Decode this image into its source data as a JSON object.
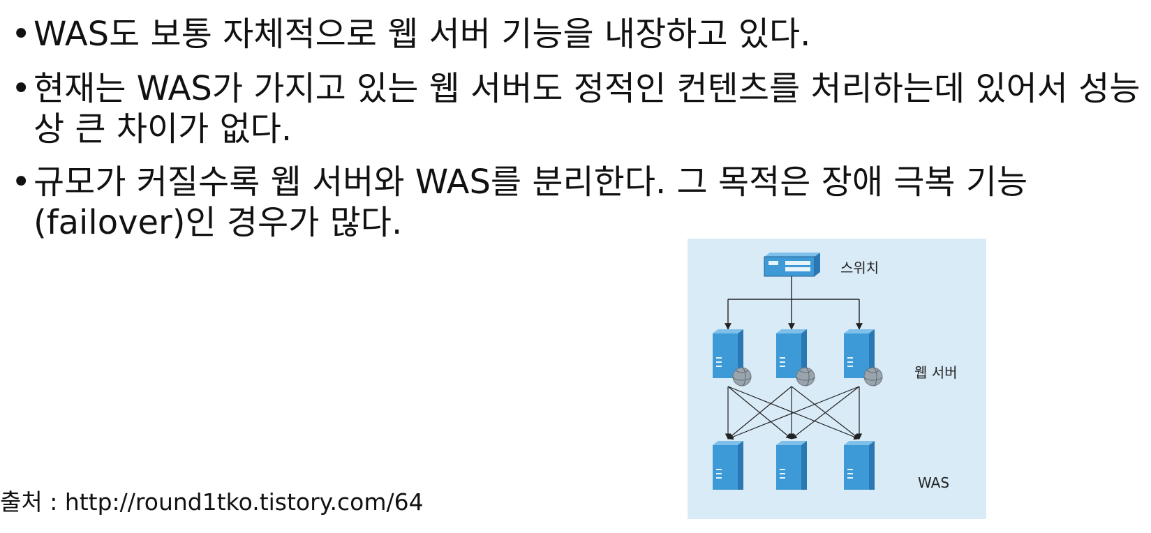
{
  "bullets": [
    {
      "marker": "•",
      "text": "WAS도 보통 자체적으로 웹 서버 기능을 내장하고 있다."
    },
    {
      "marker": "•",
      "text": "현재는 WAS가 가지고 있는 웹 서버도 정적인 컨텐츠를 처리하는데 있어서 성능상 큰 차이가 없다."
    },
    {
      "marker": "•",
      "text": "규모가 커질수록 웹 서버와 WAS를 분리한다. 그 목적은 장애  극복 기능(failover)인 경우가 많다."
    }
  ],
  "source": "출처 : http://round1tko.tistory.com/64",
  "diagram": {
    "switch_label": "스위치",
    "web_server_label": "웹 서버",
    "was_label": "WAS",
    "colors": {
      "background": "#d9ebf7",
      "server_front": "#3d9ad6",
      "server_side": "#2a78b3",
      "server_top": "#7fc0ea",
      "arrow": "#222222"
    }
  }
}
